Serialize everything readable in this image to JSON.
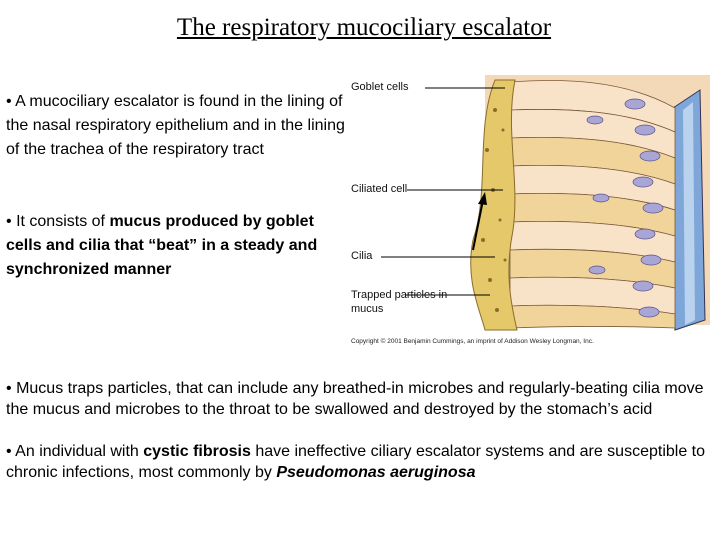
{
  "title": "The respiratory mucociliary escalator",
  "bullet1": {
    "marker": "•",
    "text": "A mucociliary escalator is found in the lining of the nasal respiratory epithelium and in the lining of the trachea of the respiratory tract"
  },
  "bullet2": {
    "marker": "•",
    "pre": "It consists of",
    "bold": "mucus produced by goblet cells and cilia that “beat” in a steady and synchronized manner"
  },
  "figure": {
    "labels": {
      "goblet": "Goblet cells",
      "ciliated": "Ciliated cell",
      "cilia": "Cilia",
      "trapped": "Trapped particles in mucus"
    },
    "copyright": "Copyright © 2001 Benjamin Cummings, an imprint of Addison Wesley Longman, Inc."
  },
  "bullet3": {
    "marker": "•",
    "text": "Mucus traps particles, that can include any breathed-in microbes and regularly-beating cilia move the mucus and microbes to the throat to be swallowed and destroyed by the stomach’s acid"
  },
  "bullet4": {
    "marker": "•",
    "pre": "An individual with",
    "bold": "cystic fibrosis",
    "mid": "have ineffective ciliary escalator systems and are susceptible to chronic infections, most commonly by",
    "italic": "Pseudomonas aeruginosa"
  }
}
